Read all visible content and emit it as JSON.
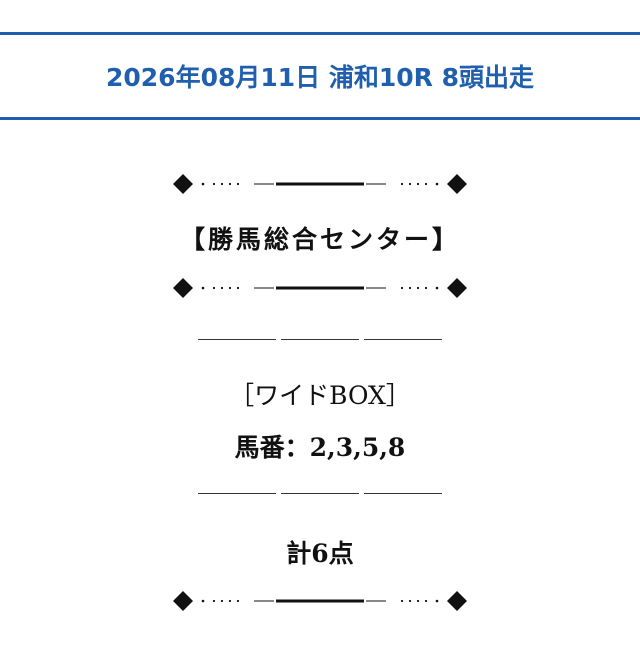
{
  "header": {
    "title": "2026年08月11日 浦和10R 8頭出走",
    "color": "#1f5fae"
  },
  "section": {
    "brand": "【勝馬総合センター】"
  },
  "bet": {
    "type_label": "［ワイドBOX］",
    "horses_label": "馬番：2,3,5,8",
    "total_label": "計6点"
  },
  "ornament": {
    "icon": "diamond-divider-icon"
  }
}
